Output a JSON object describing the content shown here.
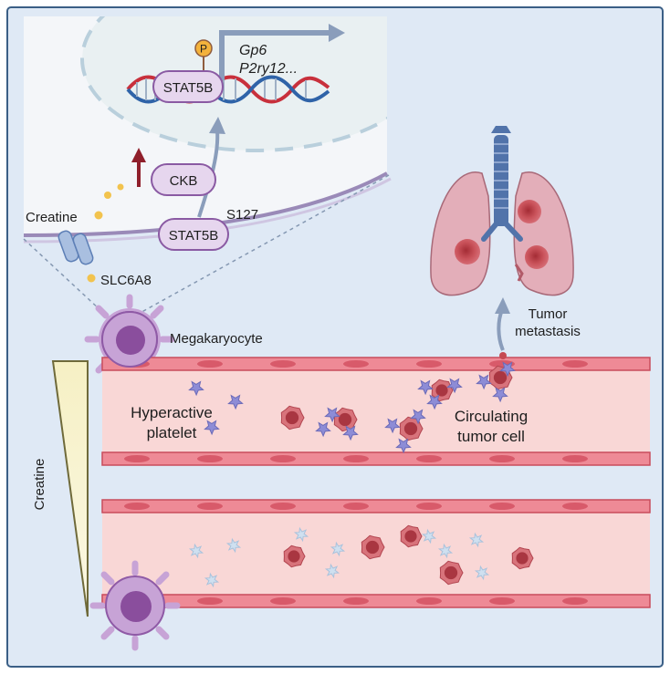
{
  "labels": {
    "genes_line1": "Gp6",
    "genes_line2": "P2ry12...",
    "phospho": "P",
    "stat5b_top": "STAT5B",
    "stat5b_bottom": "STAT5B",
    "s127": "S127",
    "ckb": "CKB",
    "creatine_transport": "Creatine",
    "slc6a8": "SLC6A8",
    "megakaryocyte": "Megakaryocyte",
    "tumor_metastasis_line1": "Tumor",
    "tumor_metastasis_line2": "metastasis",
    "hyperactive_line1": "Hyperactive",
    "hyperactive_line2": "platelet",
    "circulating_line1": "Circulating",
    "circulating_line2": "tumor cell",
    "creatine_gradient": "Creatine"
  },
  "colors": {
    "background": "#dfe9f5",
    "frame": "#3b5f86",
    "nucleus": "#eef3f7",
    "vessel_wall": "#e46b78",
    "vessel_lumen": "#f9d9d7",
    "stat5b_fill": "#e6d6ee",
    "stat5b_stroke": "#8a5aa3",
    "arrow": "#8a9dbb",
    "up_arrow": "#8f1f2b",
    "creatine_dot": "#f2c34e",
    "tumor_cell": "#c64a52",
    "platelet_active": "#8f8ed8",
    "platelet_resting": "#cbdcee",
    "megakaryocyte": "#b488c5",
    "lung": "#e0a8b4",
    "trachea": "#4e6fa6",
    "gradient_fill": "#f7f2c6"
  }
}
